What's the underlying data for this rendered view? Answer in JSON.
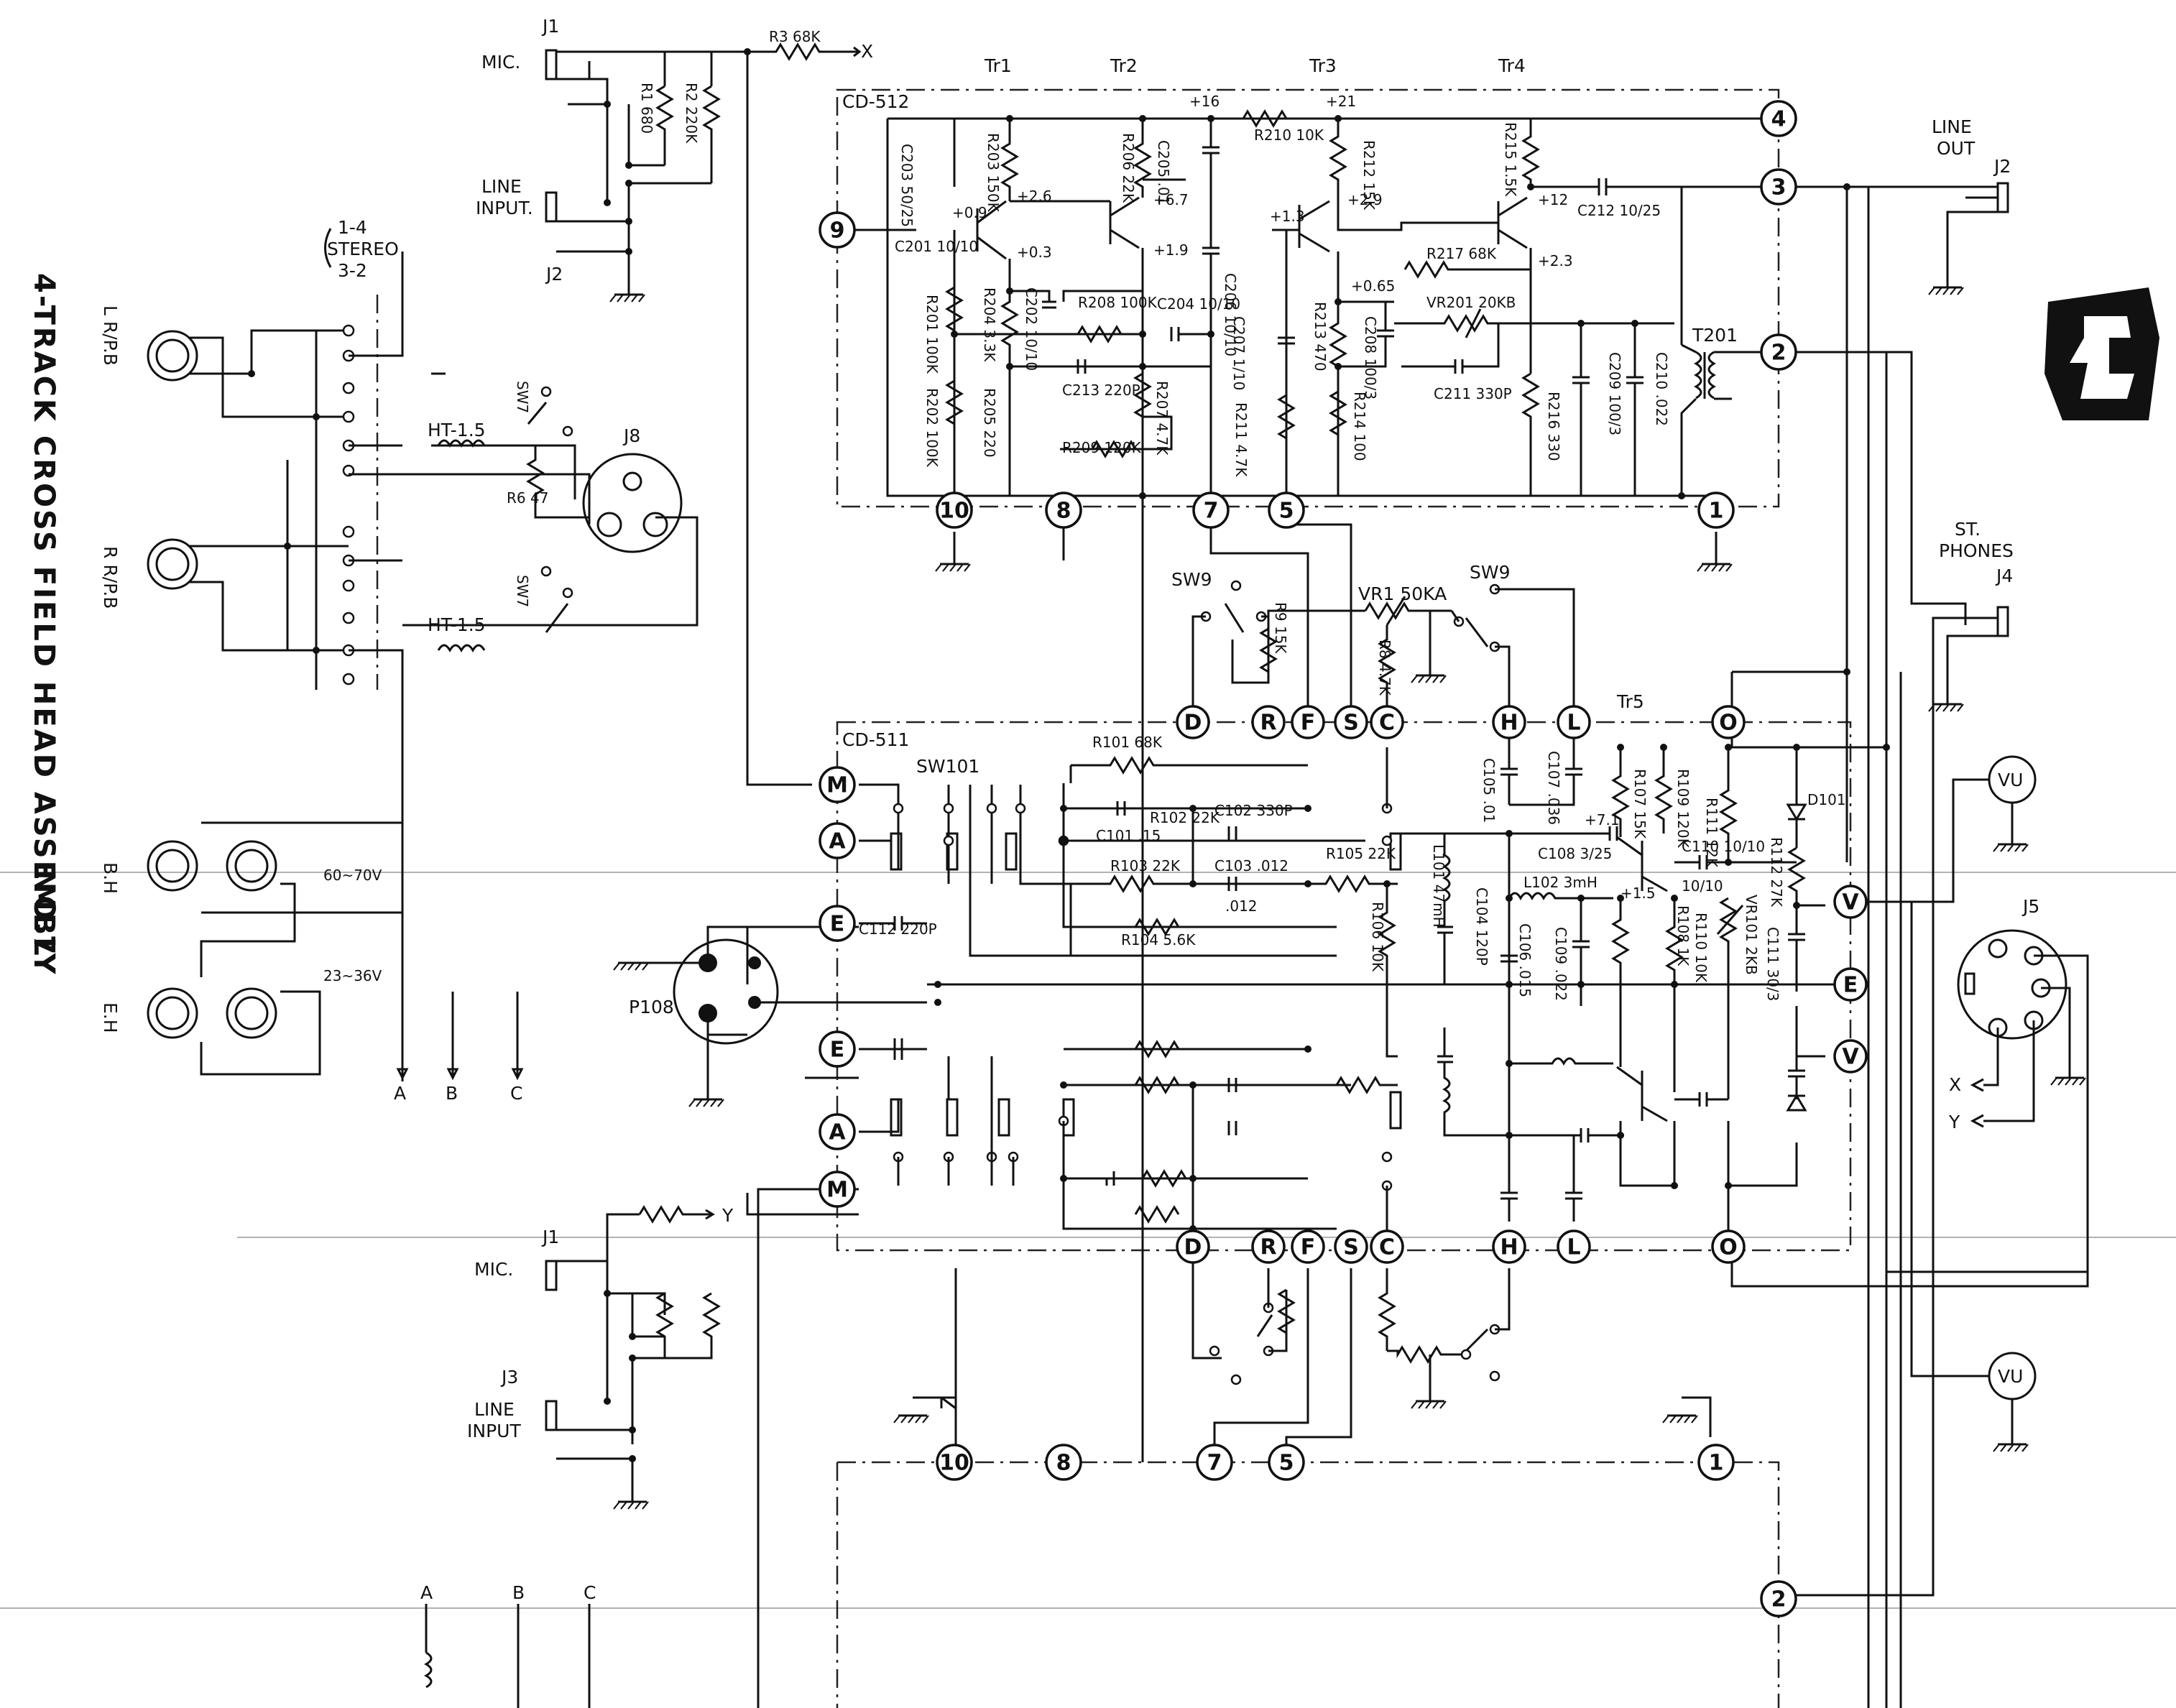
{
  "title": "4-TRACK CROSS FIELD HEAD ASSEMBLY",
  "number": "NO.7",
  "board_labels": [
    "CD-512",
    "CD-511"
  ],
  "transistors": [
    "Tr1",
    "Tr2",
    "Tr3",
    "Tr4",
    "Tr5"
  ],
  "switch_labels": {
    "stereo": "1-4\nSTEREO\n3-2",
    "sw7": "SW7",
    "sw9": "SW9",
    "sw101": "SW101"
  },
  "jacks": {
    "j1_top": "J1",
    "j2_top": "J2",
    "j2_out": "J2",
    "j4": "J4",
    "j5": "J5",
    "j8": "J8",
    "j1_bot": "J1",
    "j3": "J3",
    "p108": "P108",
    "t201": "T201"
  },
  "io_labels": {
    "mic_top": "MIC.",
    "line_input_top": "LINE\nINPUT.",
    "mic_bot": "MIC.",
    "line_input_bot": "LINE\nINPUT",
    "line_out": "LINE\nOUT",
    "st_phones": "ST.\nPHONES",
    "vu": "VU",
    "x_top": "X",
    "y_top": "Y",
    "x_j5": "X",
    "y_j5": "Y"
  },
  "heads": {
    "l": "L R/P.B",
    "r": "R R/P.B",
    "bh": "B.H",
    "eh": "E.H",
    "bh_v": "60~70V",
    "eh_v": "23~36V",
    "ht1": "HT-1.5",
    "ht2": "HT-1.5",
    "r6": "R6 47"
  },
  "bus_letters": [
    "A",
    "B",
    "C"
  ],
  "top_components": {
    "r3": "R3 68K",
    "r1": "R1 680",
    "r2": "R2 220K",
    "c201": "C201 10/10",
    "c203": "C203 50/25",
    "r201": "R201 100K",
    "r202": "R202 100K",
    "r203": "R203 150K",
    "r204": "R204 3.3K",
    "r205": "R205 220",
    "c202": "C202 10/10",
    "r206": "R206 22K",
    "c205": "C205 .01",
    "r208": "R208 100K",
    "c204": "C204 10/10",
    "c213": "C213 220P",
    "r207": "R207 4.7K",
    "r209": "R209 120K",
    "c206": "C206 10/10",
    "c207": "C207 1/10",
    "r211": "R211 4.7K",
    "r210": "R210 10K",
    "r212": "R212 15K",
    "r213": "R213 470",
    "r214": "R214 100",
    "c208": "C208 100/3",
    "vr201": "VR201 20KB",
    "c211": "C211 330P",
    "r217": "R217 68K",
    "r215": "R215 1.5K",
    "c212": "C212 10/25",
    "r216": "R216 330",
    "c209": "C209 100/3",
    "c210": "C210 .022"
  },
  "voltages": {
    "v1": "+16",
    "v2": "+21",
    "v3": "+0.9",
    "v4": "+2.6",
    "v5": "+6.7",
    "v6": "+0.3",
    "v7": "+1.9",
    "v8": "+1.3",
    "v9": "+2.9",
    "v10": "+0.65",
    "v11": "+12",
    "v12": "+2.3",
    "v13": "+7.1",
    "v14": "+1.5"
  },
  "mid_components": {
    "r9": "R9 15K",
    "vr1": "VR1 50KA",
    "r8": "R8 4.7K",
    "r101": "R101 68K",
    "c101": "C101 .15",
    "r102": "R102 22K",
    "c102": "C102 330P",
    "r103": "R103 22K",
    "c103": "C103 .012",
    "r104": "R104 5.6K",
    "r105": "R105 22K",
    "c112": "C112 220P",
    "l101": "L101 47mH",
    "c104": "C104 120P",
    "r106": "R106 10K",
    "c105": "C105 .01",
    "c107": "C107 .036",
    "c108": "C108 3/25",
    "l102": "L102 3mH",
    "c106": "C106 .015",
    "c109": "C109 .022",
    "r107": "R107 15K",
    "r109": "R109 120K",
    "r108": "R108 1K",
    "r110": "R110 10K",
    "c110": "C110 10/10",
    "r111": "R111 12K",
    "vr101": "VR101 2KB",
    "d101": "D101",
    "r112": "R112 27K",
    "c111": "C111 30/3"
  },
  "node_letters_top": [
    "D",
    "R",
    "F",
    "S",
    "C",
    "H",
    "L",
    "O"
  ],
  "node_letters_bot": [
    "D",
    "R",
    "F",
    "S",
    "C",
    "H",
    "L",
    "O"
  ],
  "node_side_top": [
    "M",
    "A",
    "E"
  ],
  "node_side_bot": [
    "E",
    "A",
    "M"
  ],
  "node_v": [
    "V",
    "V"
  ],
  "node_e_right": "E",
  "num_nodes_top": [
    "9",
    "10",
    "8",
    "7",
    "5",
    "1",
    "2",
    "3",
    "4"
  ],
  "num_nodes_bot": [
    "10",
    "8",
    "7",
    "5",
    "1",
    "2"
  ]
}
